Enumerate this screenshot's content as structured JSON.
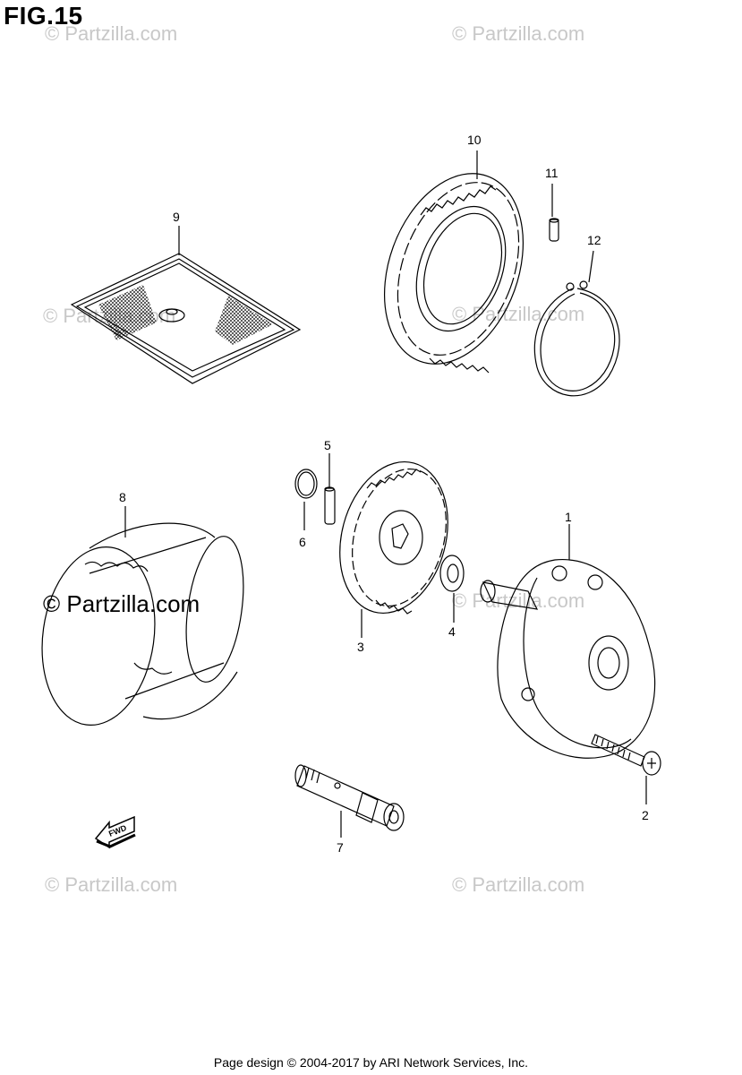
{
  "figure": {
    "title": "FIG.15",
    "footer": "Page design © 2004-2017 by ARI Network Services, Inc."
  },
  "watermark": {
    "text": "© Partzilla.com",
    "text_faint": "© Partzilla.com"
  },
  "callouts": {
    "c1": "1",
    "c2": "2",
    "c3": "3",
    "c4": "4",
    "c5": "5",
    "c6": "6",
    "c7": "7",
    "c8": "8",
    "c9": "9",
    "c10": "10",
    "c11": "11",
    "c12": "12"
  },
  "fwd_label": "FWD"
}
